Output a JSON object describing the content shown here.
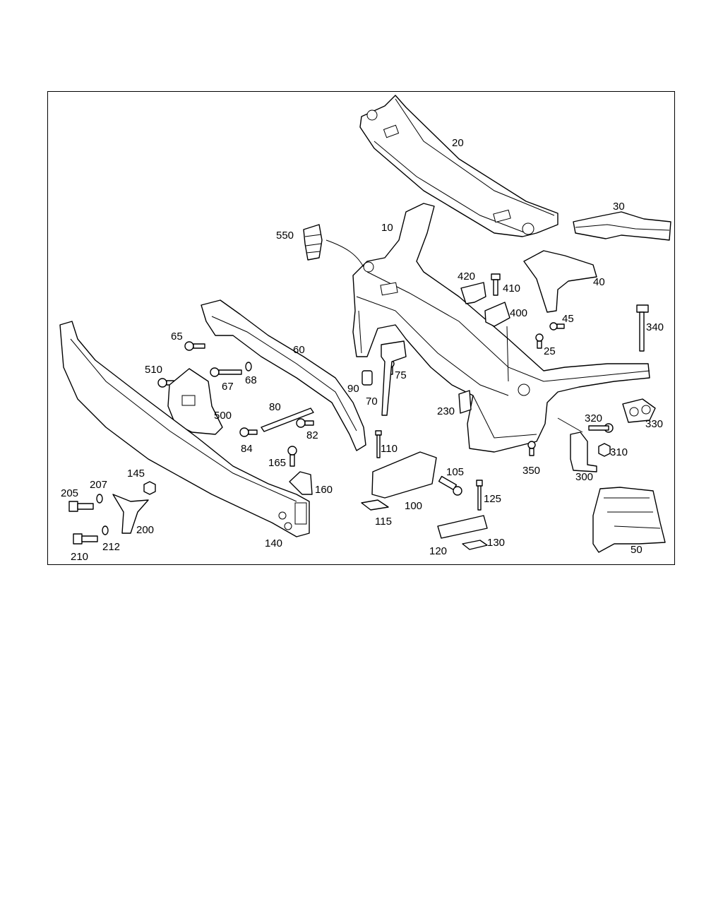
{
  "diagram": {
    "labels": [
      "20",
      "30",
      "10",
      "550",
      "420",
      "410",
      "400",
      "40",
      "45",
      "25",
      "340",
      "65",
      "60",
      "510",
      "67",
      "68",
      "90",
      "75",
      "70",
      "80",
      "500",
      "84",
      "82",
      "110",
      "230",
      "320",
      "330",
      "310",
      "350",
      "300",
      "165",
      "145",
      "160",
      "105",
      "207",
      "205",
      "200",
      "125",
      "100",
      "115",
      "140",
      "212",
      "210",
      "120",
      "130",
      "50"
    ]
  }
}
